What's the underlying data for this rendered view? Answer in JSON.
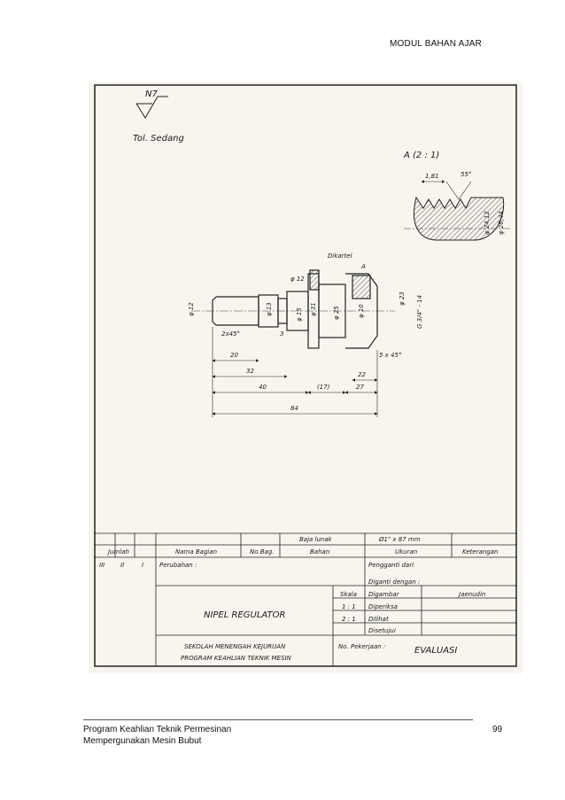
{
  "header": {
    "module_title": "MODUL BAHAN AJAR"
  },
  "drawing": {
    "surface_symbol": "N7",
    "tolerance_note": "Tol. Sedang",
    "detail_label": "A (2 : 1)",
    "detail_dims": {
      "pitch": "1,81",
      "angle": "55°",
      "d_minor": "φ 24,12",
      "d_major": "φ 26,44"
    },
    "knurl_label": "Dikartel",
    "section_mark": "A",
    "dims": {
      "d12_left": "φ 12",
      "d12_top": "φ 12",
      "d13": "φ 13",
      "d15": "φ 15",
      "d31": "φ 31",
      "d25": "φ 25",
      "d10": "φ 10",
      "d23": "φ 23",
      "thread": "G 3/4\" - 14",
      "chamfer_left": "2x45°",
      "groove_w": "3",
      "l20": "20",
      "l32": "32",
      "l40": "40",
      "l17": "(17)",
      "l27": "27",
      "l84": "84",
      "l22": "22",
      "chamfer_right": "5 x 45°"
    },
    "title_block": {
      "material_name": "Baja lunak",
      "stock_size": "Ø1\" x 87 mm",
      "col_jumlah": "Jumlah",
      "col_nama_bagian": "Nama Bagian",
      "col_no_bag": "No.Bag.",
      "col_bahan": "Bahan",
      "col_ukuran": "Ukuran",
      "col_keterangan": "Keterangan",
      "row_a": "III",
      "row_b": "II",
      "row_c": "I",
      "perubahan": "Perubahan :",
      "pengganti_dari": "Pengganti dari",
      "diganti_dengan": "Diganti dengan :",
      "part_title": "NIPEL REGULATOR",
      "skala_label": "Skala",
      "skala_1": "1 : 1",
      "skala_2": "2 : 1",
      "digambar": "Digambar",
      "diperiksa": "Diperiksa",
      "dilihat": "Dilihat",
      "disetujui": "Disetujui",
      "drafter": "Jaenudin",
      "school_line1": "SEKOLAH MENENGAH KEJURUAN",
      "school_line2": "PROGRAM KEAHLIAN TEKNIK MESIN",
      "no_pekerjaan": "No. Pekerjaan :",
      "evaluasi": "EVALUASI"
    }
  },
  "footer": {
    "line1": "Program Keahlian Teknik Permesinan",
    "line2": "Mempergunakan Mesin Bubut",
    "page_number": "99"
  }
}
